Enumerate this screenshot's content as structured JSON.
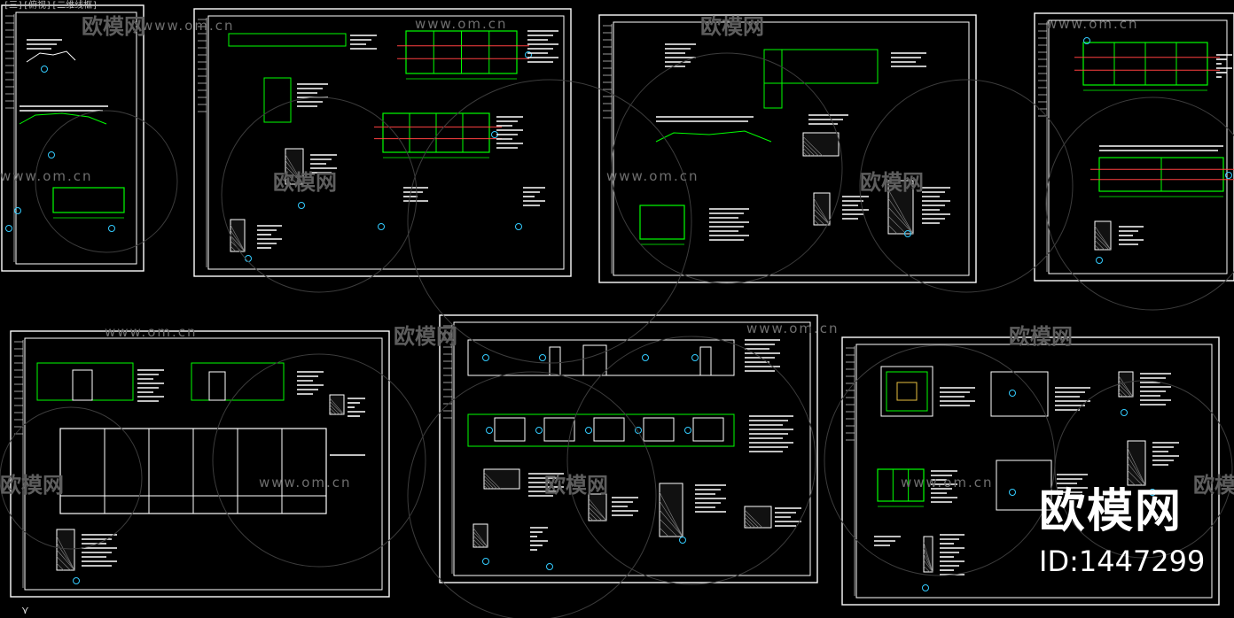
{
  "viewport": {
    "tab_label": "[三][俯视][二维线框]",
    "ucs_icon": "ucs-arrow-icon"
  },
  "watermark": {
    "brand": "欧模网",
    "url": "www.om.cn",
    "corner_brand": "欧模网",
    "corner_id": "ID:1447299"
  },
  "colors": {
    "background": "#000000",
    "frame": "#ffffff",
    "geometry": "#00ff00",
    "annotation": "#ffffff",
    "dimension_accent": "#ff4040",
    "callout": "#33ccff"
  }
}
